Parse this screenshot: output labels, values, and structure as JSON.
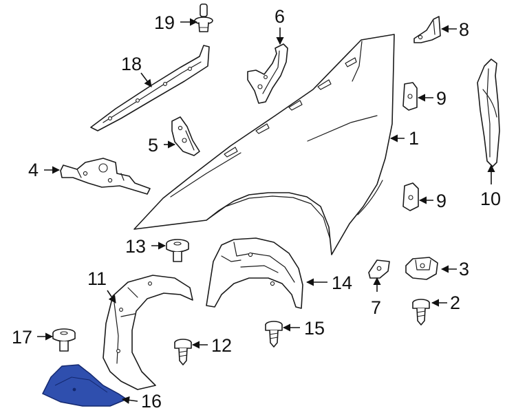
{
  "callouts": [
    {
      "id": "1",
      "label": "1"
    },
    {
      "id": "2",
      "label": "2"
    },
    {
      "id": "3",
      "label": "3"
    },
    {
      "id": "4",
      "label": "4"
    },
    {
      "id": "5",
      "label": "5"
    },
    {
      "id": "6",
      "label": "6"
    },
    {
      "id": "7",
      "label": "7"
    },
    {
      "id": "8",
      "label": "8"
    },
    {
      "id": "9a",
      "label": "9"
    },
    {
      "id": "9b",
      "label": "9"
    },
    {
      "id": "10",
      "label": "10"
    },
    {
      "id": "11",
      "label": "11"
    },
    {
      "id": "12",
      "label": "12"
    },
    {
      "id": "13",
      "label": "13"
    },
    {
      "id": "14",
      "label": "14"
    },
    {
      "id": "15",
      "label": "15"
    },
    {
      "id": "16",
      "label": "16"
    },
    {
      "id": "17",
      "label": "17"
    },
    {
      "id": "18",
      "label": "18"
    },
    {
      "id": "19",
      "label": "19"
    }
  ],
  "colors": {
    "line": "#1a1a1a",
    "highlight_fill": "#2f4fae",
    "highlight_stroke": "#14286e",
    "background": "#ffffff"
  },
  "highlighted_part": "16"
}
